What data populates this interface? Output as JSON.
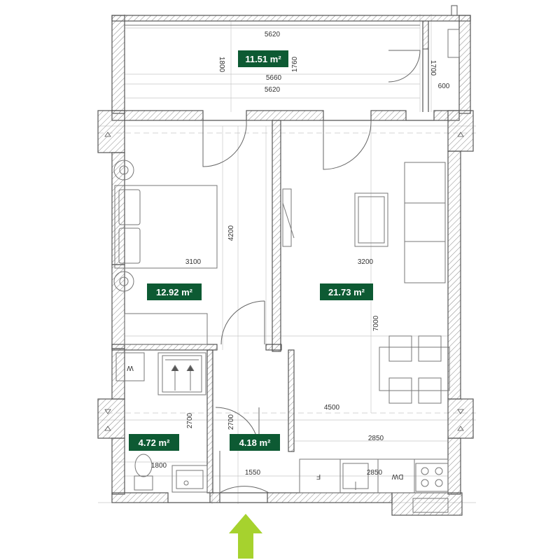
{
  "colors": {
    "badge": "#0d5a33",
    "arrow": "#a6d22e",
    "wall": "#555555",
    "line": "#999999"
  },
  "rooms": {
    "balcony": {
      "area": "11.51 m²"
    },
    "bedroom": {
      "area": "12.92 m²"
    },
    "living": {
      "area": "21.73 m²"
    },
    "bathroom": {
      "area": "4.72 m²"
    },
    "hall": {
      "area": "4.18 m²"
    }
  },
  "dimensions": {
    "balcony_top": "5620",
    "balcony_mid": "5660",
    "balcony_bottom": "5620",
    "balcony_h1": "1800",
    "balcony_h2": "1760",
    "balcony_side": "1700",
    "balcony_side_w": "600",
    "bedroom_w": "3100",
    "bedroom_h": "4200",
    "living_w": "3200",
    "living_h": "7000",
    "lower_w": "4500",
    "bath_h": "2700",
    "hall_h": "2700",
    "bath_w": "1800",
    "hall_w": "1550",
    "kitchen_w1": "2850",
    "kitchen_w2": "2850"
  },
  "symbols": {
    "washer": "W",
    "fridge": "F",
    "dishwasher": "DW"
  },
  "icons": {
    "entrance": "entrance-arrow-icon"
  }
}
